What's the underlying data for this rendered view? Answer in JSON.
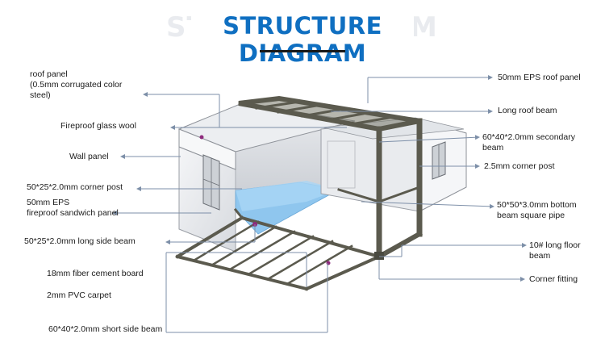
{
  "header": {
    "title": "STRUCTURE DIAGRAM",
    "ghost_left": "ST",
    "ghost_right": "M"
  },
  "labels_left": {
    "roof_panel": "roof panel\n(0.5mm corrugated color\nsteel)",
    "glass_wool": "Fireproof glass wool",
    "wall_panel": "Wall panel",
    "corner_post": "50*25*2.0mm corner post",
    "eps_panel": "50mm EPS\nfireproof sandwich panel",
    "long_side_beam": "50*25*2.0mm long side beam",
    "cement_board": "18mm fiber cement board",
    "pvc_carpet": "2mm PVC carpet",
    "short_side_beam": "60*40*2.0mm short side beam"
  },
  "labels_right": {
    "eps_roof": "50mm EPS roof panel",
    "long_roof_beam": "Long roof beam",
    "secondary_beam": "60*40*2.0mm secondary\nbeam",
    "corner_post_25": "2.5mm corner post",
    "bottom_beam": "50*50*3.0mm bottom\nbeam square pipe",
    "long_floor_beam": "10# long floor\nbeam",
    "corner_fitting": "Corner fitting"
  },
  "colors": {
    "title": "#0f6fc1",
    "steel": "#5b5a4e",
    "pointer": "#7d8fa8",
    "floor_blue": "#8fc6ee",
    "marker": "#8e2a7d"
  }
}
